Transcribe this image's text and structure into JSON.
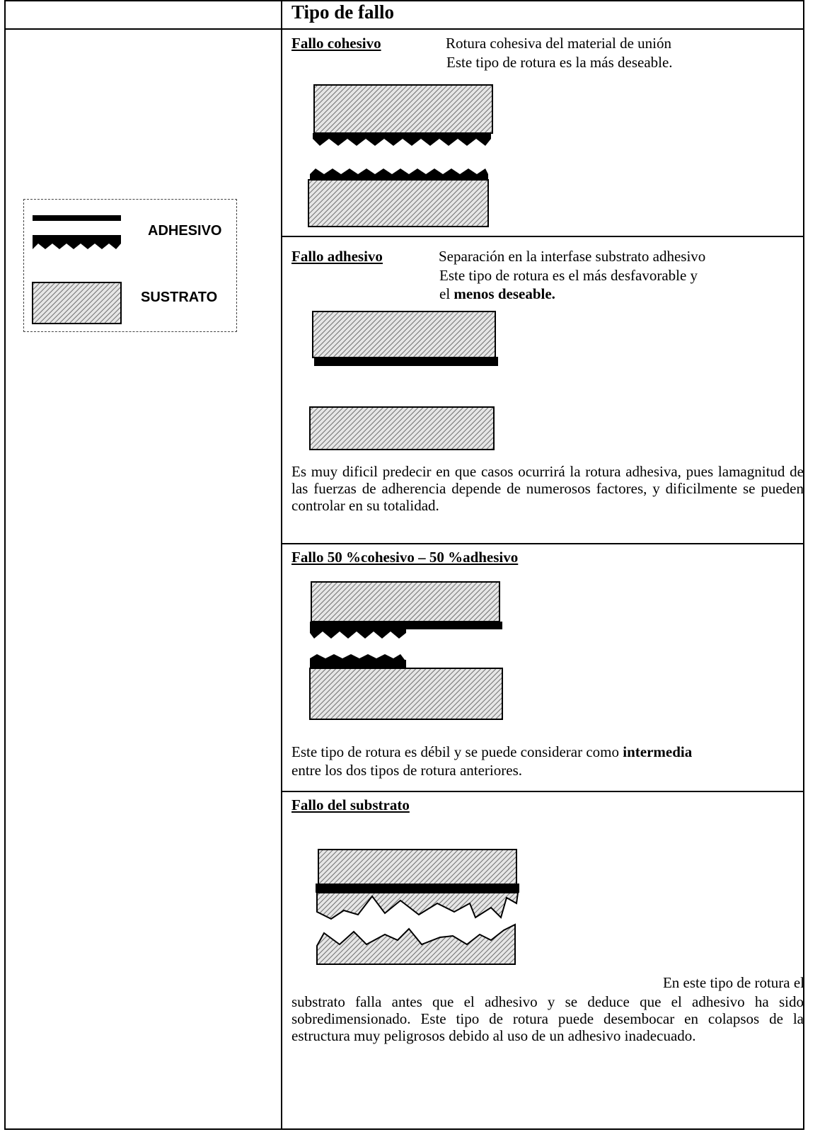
{
  "table": {
    "header": "Tipo de fallo",
    "legend": {
      "adhesive_label": "ADHESIVO",
      "substrate_label": "SUSTRATO"
    },
    "sections": [
      {
        "title": "Fallo cohesivo",
        "desc_line1": "Rotura cohesiva del material de unión",
        "desc_line2": "Este tipo de rotura es la más deseable."
      },
      {
        "title": "Fallo adhesivo",
        "desc_line1": "Separación en la interfase substrato adhesivo",
        "desc_line2": "Este tipo de rotura es el más desfavorable  y",
        "desc_line3_pre": "el ",
        "desc_line3_bold": "menos deseable.",
        "note": "Es muy dificil predecir en que casos ocurrirá la rotura adhesiva, pues lamagnitud de las fuerzas de adherencia  depende de numerosos factores, y dificilmente se pueden controlar en su totalidad."
      },
      {
        "title": "Fallo  50 %cohesivo – 50 %adhesivo",
        "note_pre": "Este tipo de rotura es débil y se puede considerar como ",
        "note_bold": "intermedia",
        "note_post": "entre los dos tipos de rotura anteriores."
      },
      {
        "title": "Fallo del substrato",
        "note_line1": "En este tipo de rotura el",
        "note_rest": "substrato falla antes que el adhesivo y se deduce que el  adhesivo ha sido sobredimensionado. Este tipo de rotura puede desembocar en colapsos de la estructura muy peligrosos debido al uso de un adhesivo inadecuado."
      }
    ]
  },
  "colors": {
    "line": "#000000",
    "hatch": "#9a9a9a"
  }
}
